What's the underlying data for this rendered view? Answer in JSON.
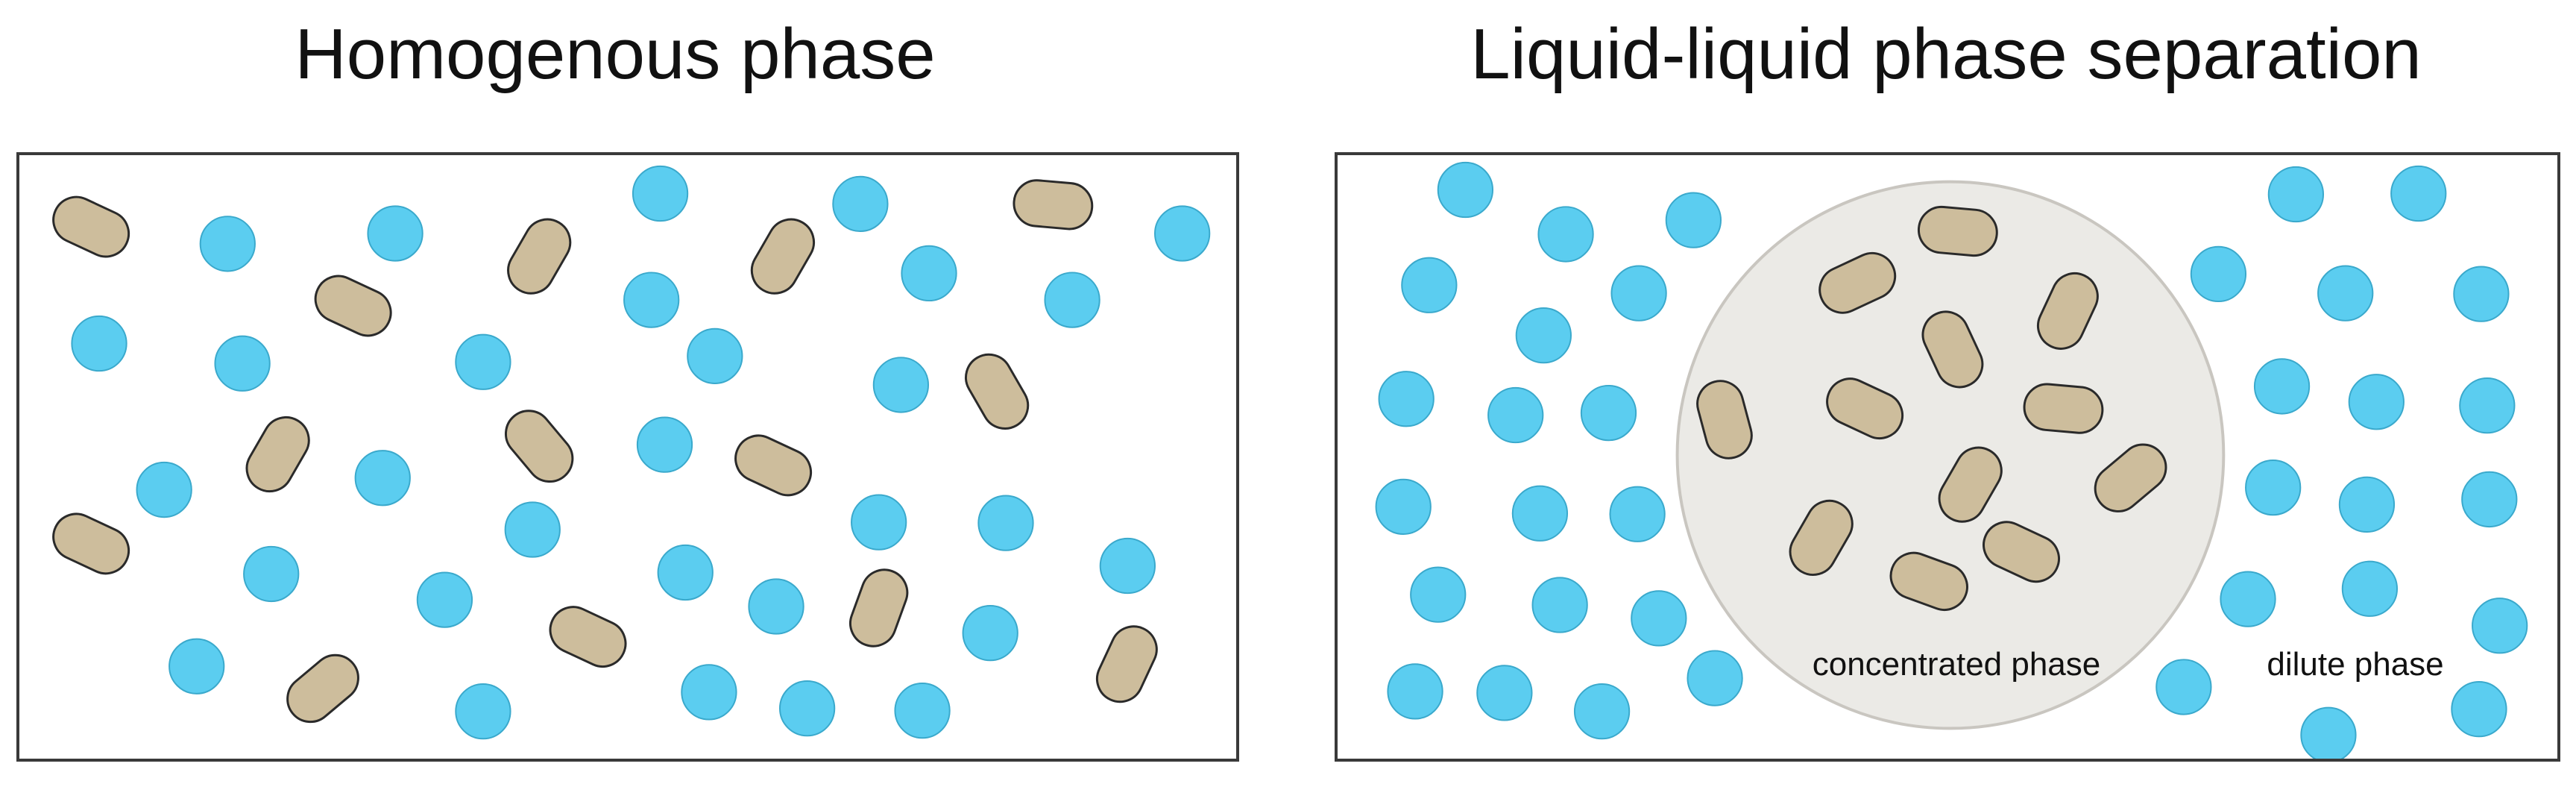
{
  "panels": {
    "left": {
      "title": "Homogenous phase"
    },
    "right": {
      "title": "Liquid-liquid phase separation",
      "concentrated_label": "concentrated phase",
      "dilute_label": "dilute phase"
    }
  },
  "colors": {
    "circle_fill": "#5bcdf0",
    "circle_stroke": "#3aa9cc",
    "capsule_fill": "#cdbd9c",
    "capsule_stroke": "#2a2a2a",
    "droplet_fill": "#ebeae6",
    "droplet_stroke": "#c9c6c0"
  }
}
